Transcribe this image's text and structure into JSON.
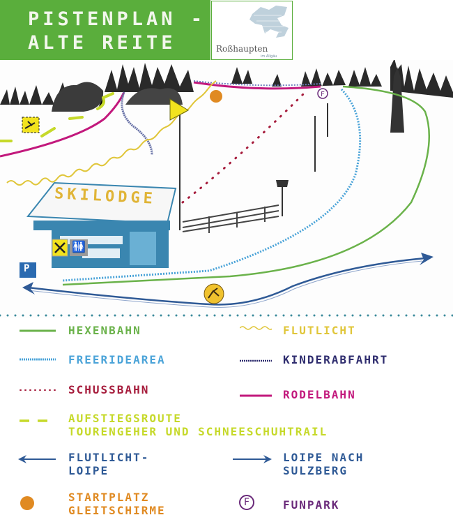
{
  "header": {
    "title_line1": "PISTENPLAN -",
    "title_line2": "ALTE REITE",
    "logo_name": "Roßhaupten",
    "logo_sub": "im Allgäu",
    "bg_color": "#5aae3c"
  },
  "map": {
    "lodge_label": "SKILODGE",
    "parking_label": "P",
    "funpark_marker": "F",
    "icons": [
      "restaurant-icon",
      "toilet-icon",
      "parking-icon",
      "paraglider-start-icon",
      "lift-flag-icon",
      "sled-sign-icon",
      "skier-sign-icon"
    ]
  },
  "legend": {
    "items": [
      {
        "label": "HEXENBAHN",
        "color": "#6ab24a",
        "symbol": "solid-line"
      },
      {
        "label": "FLUTLICHT",
        "color": "#e0c63a",
        "symbol": "wavy-line"
      },
      {
        "label": "FREERIDEAREA",
        "color": "#4aa3d8",
        "symbol": "dotted-double-line"
      },
      {
        "label": "KINDERABFAHRT",
        "color": "#2e2c6e",
        "symbol": "dotted-double-line"
      },
      {
        "label": "SCHUSSBAHN",
        "color": "#a61c3c",
        "symbol": "dotted-line"
      },
      {
        "label": "RODELBAHN",
        "color": "#c2187c",
        "symbol": "solid-line"
      },
      {
        "label": "AUFSTIEGSROUTE\nTOURENGEHER UND SCHNEESCHUHTRAIL",
        "color": "#c6d92a",
        "symbol": "dashed-line"
      },
      {
        "label": "FLUTLICHT-\nLOIPE",
        "color": "#2f5a96",
        "symbol": "arrow-left"
      },
      {
        "label": "LOIPE NACH\nSULZBERG",
        "color": "#2f5a96",
        "symbol": "arrow-right"
      },
      {
        "label": "STARTPLATZ\nGLEITSCHIRME",
        "color": "#e08a22",
        "symbol": "orange-dot"
      },
      {
        "label": "FUNPARK",
        "color": "#6a2a7a",
        "symbol": "circled-f"
      }
    ],
    "funpark_symbol": "F"
  }
}
